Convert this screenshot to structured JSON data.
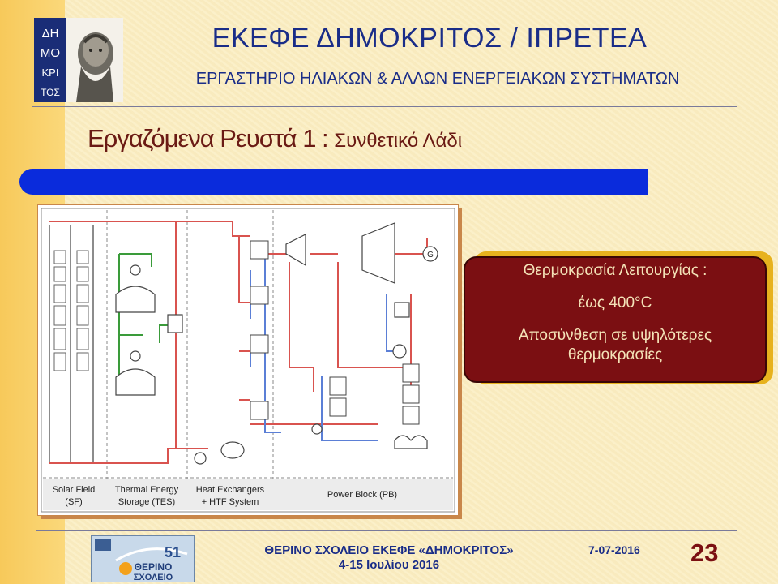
{
  "header": {
    "title": "ΕΚΕΦΕ ΔΗΜΟΚΡΙΤΟΣ / ΙΠΡΕΤΕΑ",
    "subtitle": "ΕΡΓΑΣΤΗΡΙΟ ΗΛΙΑΚΩΝ & ΑΛΛΩΝ ΕΝΕΡΓΕΙΑΚΩΝ ΣΥΣΤΗΜΑΤΩΝ",
    "logo_letters": [
      "ΔΗ",
      "ΜΟ",
      "ΚΡΙ",
      "ΤΟΣ"
    ]
  },
  "slide": {
    "heading_main": "Εργαζόμενα Ρευστά 1 : ",
    "heading_sub": "Συνθετικό Λάδι"
  },
  "diagram": {
    "sections": [
      {
        "label_line1": "Solar Field",
        "label_line2": "(SF)"
      },
      {
        "label_line1": "Thermal Energy",
        "label_line2": "Storage (TES)"
      },
      {
        "label_line1": "Heat Exchangers",
        "label_line2": "+ HTF System"
      },
      {
        "label_line1": "Power Block (PB)",
        "label_line2": ""
      }
    ],
    "generator_symbol": "G"
  },
  "callout": {
    "line1": "Θερμοκρασία Λειτουργίας :",
    "line2": "έως 400°C",
    "line3": "Αποσύνθεση σε υψηλότερες",
    "line4": "θερμοκρασίες"
  },
  "footer": {
    "logo_number": "51",
    "logo_word1": "ΘΕΡΙΝΟ",
    "logo_word2": "ΣΧΟΛΕΙΟ",
    "event_line1": "ΘΕΡΙΝΟ ΣΧΟΛΕΙΟ ΕΚΕΦΕ «ΔΗΜΟΚΡΙΤΟΣ»",
    "event_line2": "4-15 Ιουλίου 2016",
    "date": "7-07-2016",
    "page_number": "23"
  },
  "colors": {
    "title_blue": "#1a2d88",
    "heading_maroon": "#6a1a14",
    "bar_blue": "#0a2bdc",
    "callout_bg": "#7b0f12",
    "callout_text": "#f4e3b8",
    "pipe_red": "#d9534f",
    "pipe_blue": "#5b7fd6",
    "pipe_green": "#3a9b3a"
  }
}
